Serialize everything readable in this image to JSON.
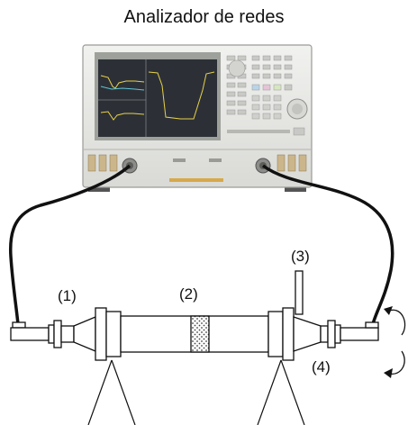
{
  "title": "Analizador de redes",
  "labels": {
    "adapter": "(1)",
    "sample": "(2)",
    "port_tube": "(3)",
    "rotating_adapter": "(4)"
  },
  "colors": {
    "analyzer_body": "#e7e8e4",
    "analyzer_screen": "#2c3036",
    "trace_yellow": "#e8d24a",
    "trace_cyan": "#5fc6d8",
    "cable": "#111111",
    "sample_fill": "#bfbfbf"
  }
}
